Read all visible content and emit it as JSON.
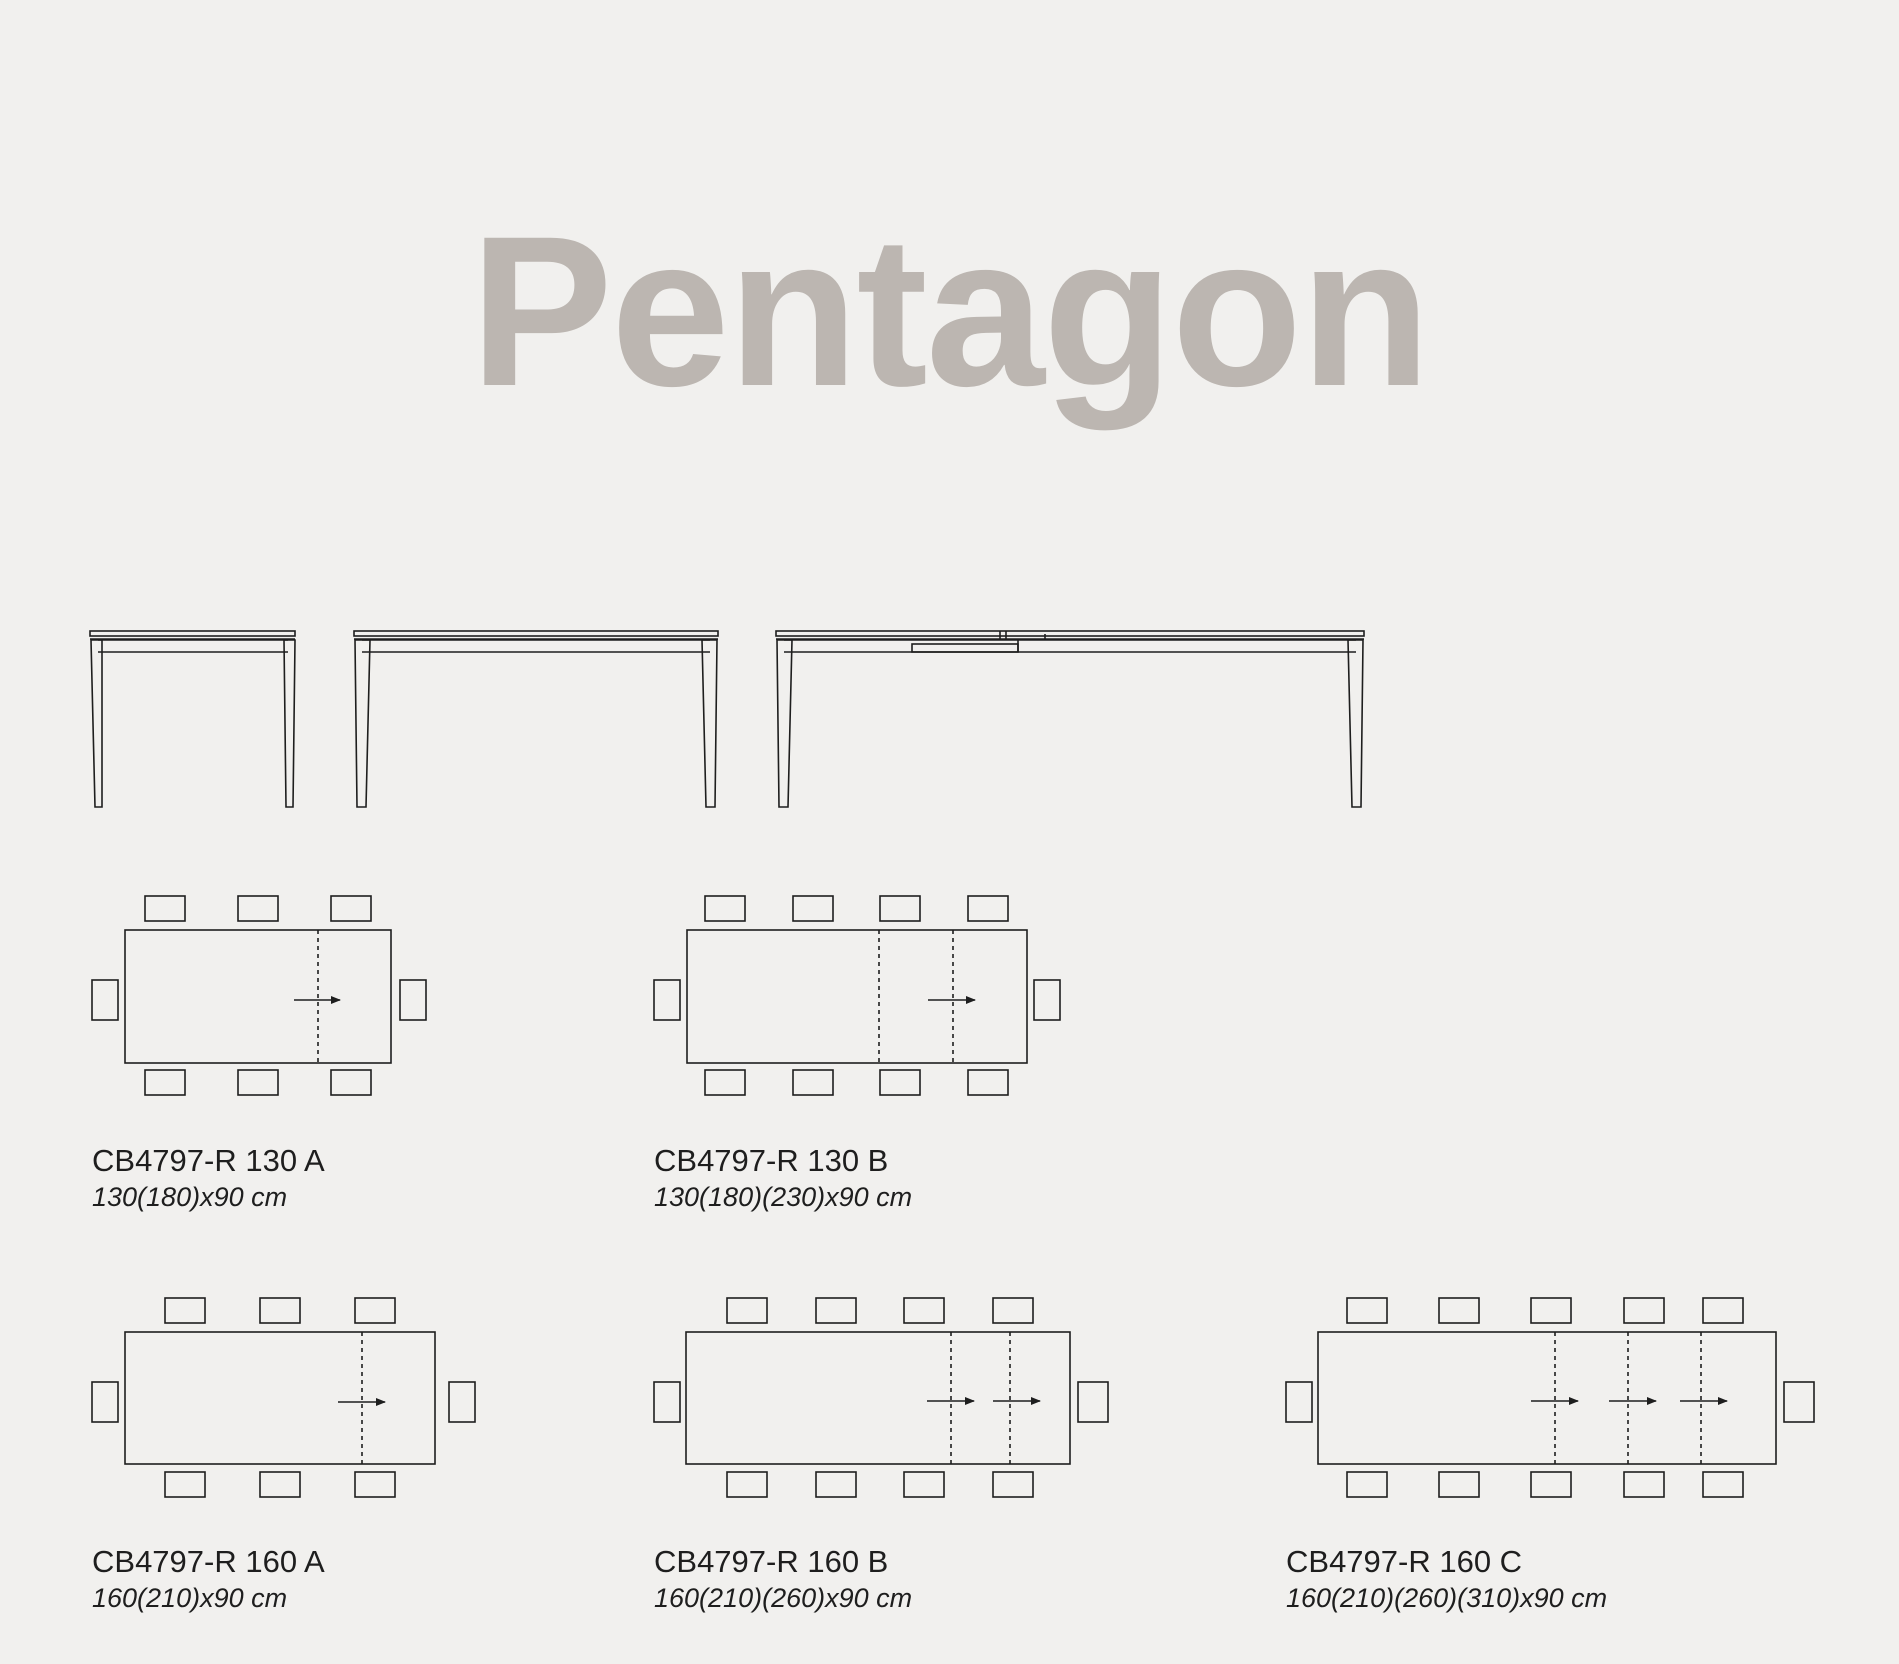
{
  "title": "Pentagon",
  "colors": {
    "title": "#bcb6b1",
    "line": "#1e1e1e",
    "background": "#f1f0ee"
  },
  "elevations": [
    {
      "name": "side-elevation"
    },
    {
      "name": "front-elevation-closed"
    },
    {
      "name": "front-elevation-extended"
    }
  ],
  "variants": [
    {
      "code": "CB4797-R 130 A",
      "dims": "130(180)x90 cm",
      "seats_per_side": 3,
      "extensions": 1
    },
    {
      "code": "CB4797-R 130 B",
      "dims": "130(180)(230)x90 cm",
      "seats_per_side": 4,
      "extensions": 2
    },
    {
      "code": "CB4797-R 160 A",
      "dims": "160(210)x90 cm",
      "seats_per_side": 3,
      "extensions": 1
    },
    {
      "code": "CB4797-R 160 B",
      "dims": "160(210)(260)x90 cm",
      "seats_per_side": 4,
      "extensions": 2
    },
    {
      "code": "CB4797-R 160 C",
      "dims": "160(210)(260)(310)x90 cm",
      "seats_per_side": 5,
      "extensions": 3
    }
  ]
}
